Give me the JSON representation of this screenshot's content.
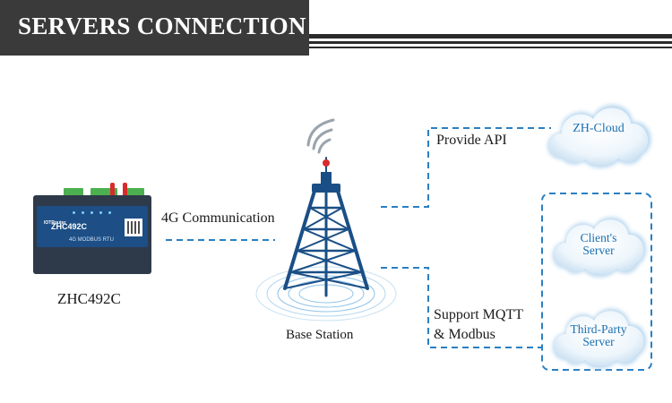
{
  "header": {
    "title": "SERVERS CONNECTION"
  },
  "device": {
    "caption": "ZHC492C",
    "model_text": "ZHC492C",
    "subtitle_text": "4G MODBUS RTU",
    "brand_text": "IOTRouter"
  },
  "links": {
    "device_to_tower": "4G Communication",
    "tower_to_cloud": "Provide API",
    "tower_to_servers_line1": "Support MQTT",
    "tower_to_servers_line2": "& Modbus"
  },
  "tower": {
    "caption": "Base Station"
  },
  "clouds": {
    "zh_cloud": "ZH-Cloud",
    "client_line1": "Client's",
    "client_line2": "Server",
    "third_line1": "Third-Party",
    "third_line2": "Server"
  },
  "colors": {
    "header_bg": "#2b2b2b",
    "accent_blue": "#1a6fb0",
    "tower_blue": "#1a4f86",
    "dash_blue": "#2a7fc2",
    "antenna_red": "#d92b2b"
  }
}
